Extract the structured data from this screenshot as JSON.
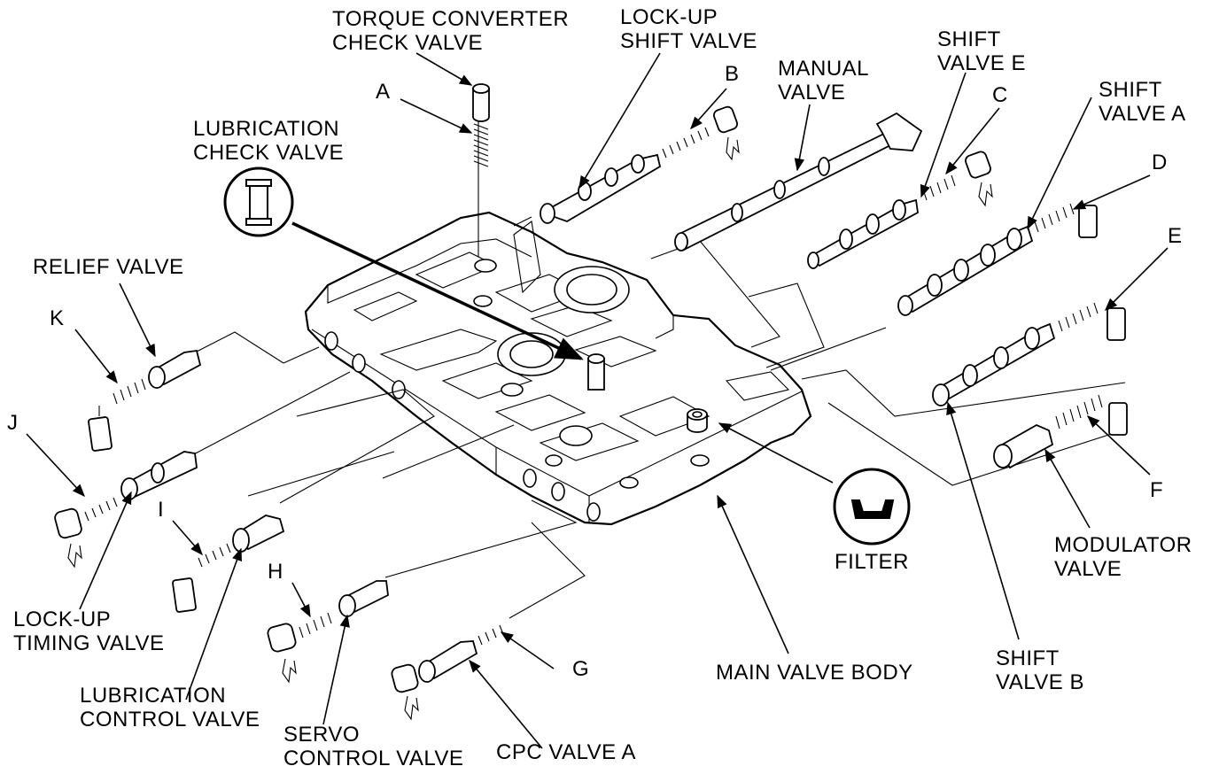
{
  "labels": {
    "torque_converter_check_valve": [
      "TORQUE CONVERTER",
      "CHECK VALVE"
    ],
    "lock_up_shift_valve": [
      "LOCK-UP",
      "SHIFT VALVE"
    ],
    "manual_valve": [
      "MANUAL",
      "VALVE"
    ],
    "shift_valve_e": [
      "SHIFT",
      "VALVE E"
    ],
    "shift_valve_a": [
      "SHIFT",
      "VALVE A"
    ],
    "lubrication_check_valve": [
      "LUBRICATION",
      "CHECK VALVE"
    ],
    "relief_valve": [
      "RELIEF VALVE"
    ],
    "lock_up_timing_valve": [
      "LOCK-UP",
      "TIMING VALVE"
    ],
    "lubrication_control_valve": [
      "LUBRICATION",
      "CONTROL VALVE"
    ],
    "servo_control_valve": [
      "SERVO",
      "CONTROL VALVE"
    ],
    "cpc_valve_a": [
      "CPC VALVE A"
    ],
    "main_valve_body": [
      "MAIN VALVE BODY"
    ],
    "shift_valve_b": [
      "SHIFT",
      "VALVE B"
    ],
    "modulator_valve": [
      "MODULATOR",
      "VALVE"
    ],
    "filter": [
      "FILTER"
    ]
  },
  "letters": {
    "a": "A",
    "b": "B",
    "c": "C",
    "d": "D",
    "e": "E",
    "f": "F",
    "g": "G",
    "h": "H",
    "i": "I",
    "j": "J",
    "k": "K"
  }
}
